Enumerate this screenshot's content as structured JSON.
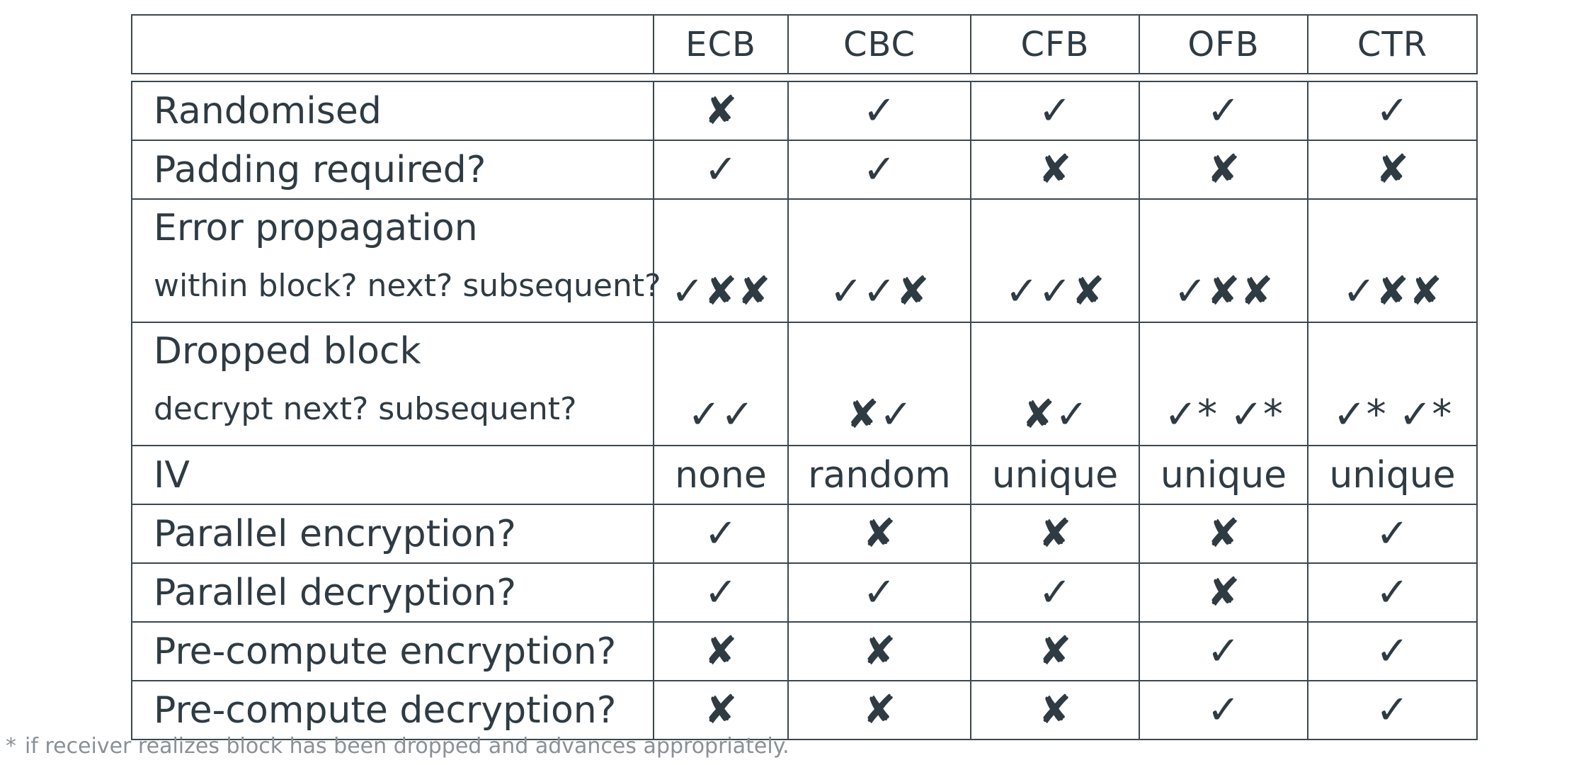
{
  "header": {
    "columns": [
      "",
      "ECB",
      "CBC",
      "CFB",
      "OFB",
      "CTR"
    ]
  },
  "rows": [
    {
      "label": "Randomised",
      "values": [
        "✘",
        "✓",
        "✓",
        "✓",
        "✓"
      ]
    },
    {
      "label": "Padding required?",
      "values": [
        "✓",
        "✓",
        "✘",
        "✘",
        "✘"
      ]
    },
    {
      "label": "Error propagation",
      "sublabel": "within block? next? subsequent?",
      "values": [
        "✓✘✘",
        "✓✓✘",
        "✓✓✘",
        "✓✘✘",
        "✓✘✘"
      ]
    },
    {
      "label": "Dropped block",
      "sublabel": "decrypt next? subsequent?",
      "values": [
        "✓✓",
        "✘✓",
        "✘✓",
        "✓* ✓*",
        "✓* ✓*"
      ]
    },
    {
      "label": "IV",
      "values": [
        "none",
        "random",
        "unique",
        "unique",
        "unique"
      ]
    },
    {
      "label": "Parallel encryption?",
      "values": [
        "✓",
        "✘",
        "✘",
        "✘",
        "✓"
      ]
    },
    {
      "label": "Parallel decryption?",
      "values": [
        "✓",
        "✓",
        "✓",
        "✘",
        "✓"
      ]
    },
    {
      "label": "Pre-compute encryption?",
      "values": [
        "✘",
        "✘",
        "✘",
        "✓",
        "✓"
      ]
    },
    {
      "label": "Pre-compute decryption?",
      "values": [
        "✘",
        "✘",
        "✘",
        "✓",
        "✓"
      ]
    }
  ],
  "footnote": {
    "marker": "*",
    "text": "if receiver realizes block has been dropped and advances appropriately."
  }
}
